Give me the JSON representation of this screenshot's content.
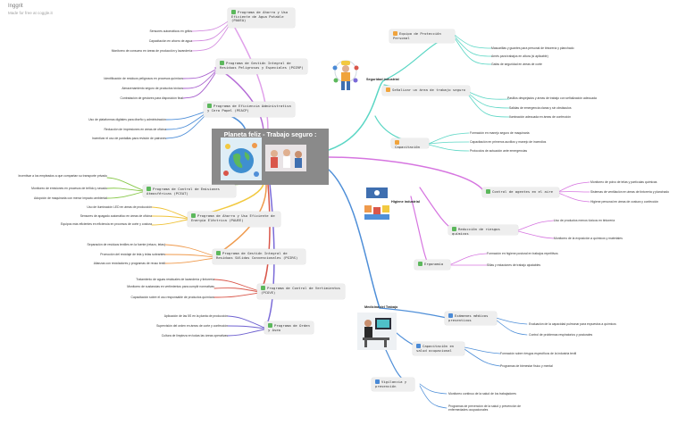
{
  "header": {
    "title": "Inggrit",
    "subtitle": "Made for free at coggle.it"
  },
  "central": {
    "title": "Planeta feliz - Trabajo seguro :"
  },
  "branches": [
    {
      "id": "agua",
      "label": "Programa de Ahorro y Uso Eficiente de Agua Potable (PAUEA)",
      "icon": "tree-icon",
      "leaves": [
        "Sensores automáticos en grifos",
        "Capacitación en ahorro de agua",
        "Monitoreo de consumo en áreas de producción y lavandería"
      ]
    },
    {
      "id": "residuos_peligrosos",
      "label": "Programa de Gestión Integral de Residuos Peligrosos y Especiales (PGIRP)",
      "icon": "tree-icon",
      "leaves": [
        "Identificación de residuos peligrosos en procesos químicos",
        "Almacenamiento seguro de productos tóxicos",
        "Contratación de gestores para disposición final"
      ]
    },
    {
      "id": "papel",
      "label": "Programa de Eficiencia Administrativa y Cero Papel (PEACP)",
      "icon": "tree-icon",
      "leaves": [
        "Uso de plataformas digitales para diseño y administración",
        "Reducción de impresiones en áreas de oficina",
        "Incentivar el uso de pantallas para revisión de patrones"
      ]
    },
    {
      "id": "emisiones",
      "label": "Programa de Control de Emisiones Atmosféricas (PCEAT)",
      "icon": "tree-icon",
      "leaves": [
        "Incentivar a los empleados a que compartan su transporte privado",
        "Monitoreo de emisiones en procesos de teñido y secado",
        "Adopción de maquinaria con menor impacto ambiental"
      ]
    },
    {
      "id": "energia",
      "label": "Programa de Ahorro y Uso Eficiente de Energía Eléctrica (PAUEE)",
      "icon": "tree-icon",
      "leaves": [
        "Uso de iluminación LED en áreas de producción",
        "Sensores de apagado automático en áreas de oficina",
        "Equipos más eficientes en eficiencia en procesos de corte y costura"
      ]
    },
    {
      "id": "no_peligrosos",
      "label": "Programa de Gestión Integral de Residuos Sólidos Convencionales (PGIRS)",
      "icon": "tree-icon",
      "leaves": [
        "Separación de residuos textiles en la fuente (retazo, telas)",
        "Promoción del reciclaje de tela y telas sobrantes",
        "Alianzas con recicladores y programas de reuso textil"
      ]
    },
    {
      "id": "vertimientos",
      "label": "Programa de Control de Vertimientos (PCOVE)",
      "icon": "tree-icon",
      "leaves": [
        "Tratamiento de aguas residuales de lavandería y tintorería",
        "Monitoreo de sustancias en vertimientos para cumplir normativas",
        "Capacitación sobre el uso responsable de productos químicos"
      ]
    },
    {
      "id": "orden",
      "label": "Programa de Orden y Aseo",
      "icon": "tree-icon",
      "leaves": [
        "Aplicación de las 5S en la planta de producción",
        "Supervisión del orden en áreas de corte y confección",
        "Cultura de limpieza en todas las áreas operativas"
      ]
    }
  ],
  "right": {
    "seguridad": {
      "title": "Seguridad industrial",
      "groups": [
        {
          "label": "Equipo de Protección Personal",
          "icon": "star-icon",
          "leaves": [
            "Mascarillas y guantes para personal de tintorería y planchado",
            "Arnés para trabajos en altura (si aplicable)",
            "Gafas de seguridad en áreas de corte"
          ]
        },
        {
          "label": "Señalizar un área de trabajo seguro",
          "icon": "star-icon",
          "leaves": [
            "Pasillos despejados y áreas de trabajo con señalización adecuada",
            "Salidas de emergencia claras y sin obstáculos",
            "Iluminación adecuada en áreas de confección"
          ]
        },
        {
          "label": "Capacitación",
          "icon": "star-icon",
          "leaves": [
            "Formación en manejo seguro de maquinaria",
            "Capacitación en primeros auxilios y manejo de incendios",
            "Protocolos de actuación ante emergencias"
          ]
        }
      ]
    },
    "higiene": {
      "title": "Higiene industrial",
      "groups": [
        {
          "label": "Control de agentes en el aire",
          "icon": "tree-icon",
          "leaves": [
            "Monitoreo de polvo de telas y partículas químicas",
            "Sistemas de ventilación en áreas de tintorería y planchado",
            "Higiene personal en áreas de costura y confección"
          ]
        },
        {
          "label": "Reducción de riesgos químicos",
          "icon": "tree-icon",
          "leaves": [
            "Uso de productos menos tóxicos en tintorería",
            "Monitoreo de la exposición a químicos y materiales"
          ]
        },
        {
          "label": "Ergonomía",
          "icon": "tree-icon",
          "leaves": [
            "Formación en higiene postural en trabajos repetitivos",
            "Sillas y estaciones de trabajo ajustables"
          ]
        }
      ]
    },
    "medicina": {
      "title": "Medicina del Trabajo",
      "groups": [
        {
          "label": "Exámenes médicos preventivos",
          "icon": "person-icon",
          "leaves": [
            "Evaluación de la capacidad pulmonar para expuestos a químicos",
            "Control de problemas respiratorios y posturales"
          ]
        },
        {
          "label": "Capacitación en salud ocupacional",
          "icon": "person-icon",
          "leaves": [
            "Formación sobre riesgos específicos de la industria textil",
            "Programas de bienestar físico y mental"
          ]
        },
        {
          "label": "Vigilancia y prevención",
          "icon": "person-icon",
          "leaves": [
            "Monitoreo continuo de la salud de los trabajadores",
            "Programas de prevención de la salud y prevención de enfermedades ocupacionales"
          ]
        }
      ]
    }
  }
}
